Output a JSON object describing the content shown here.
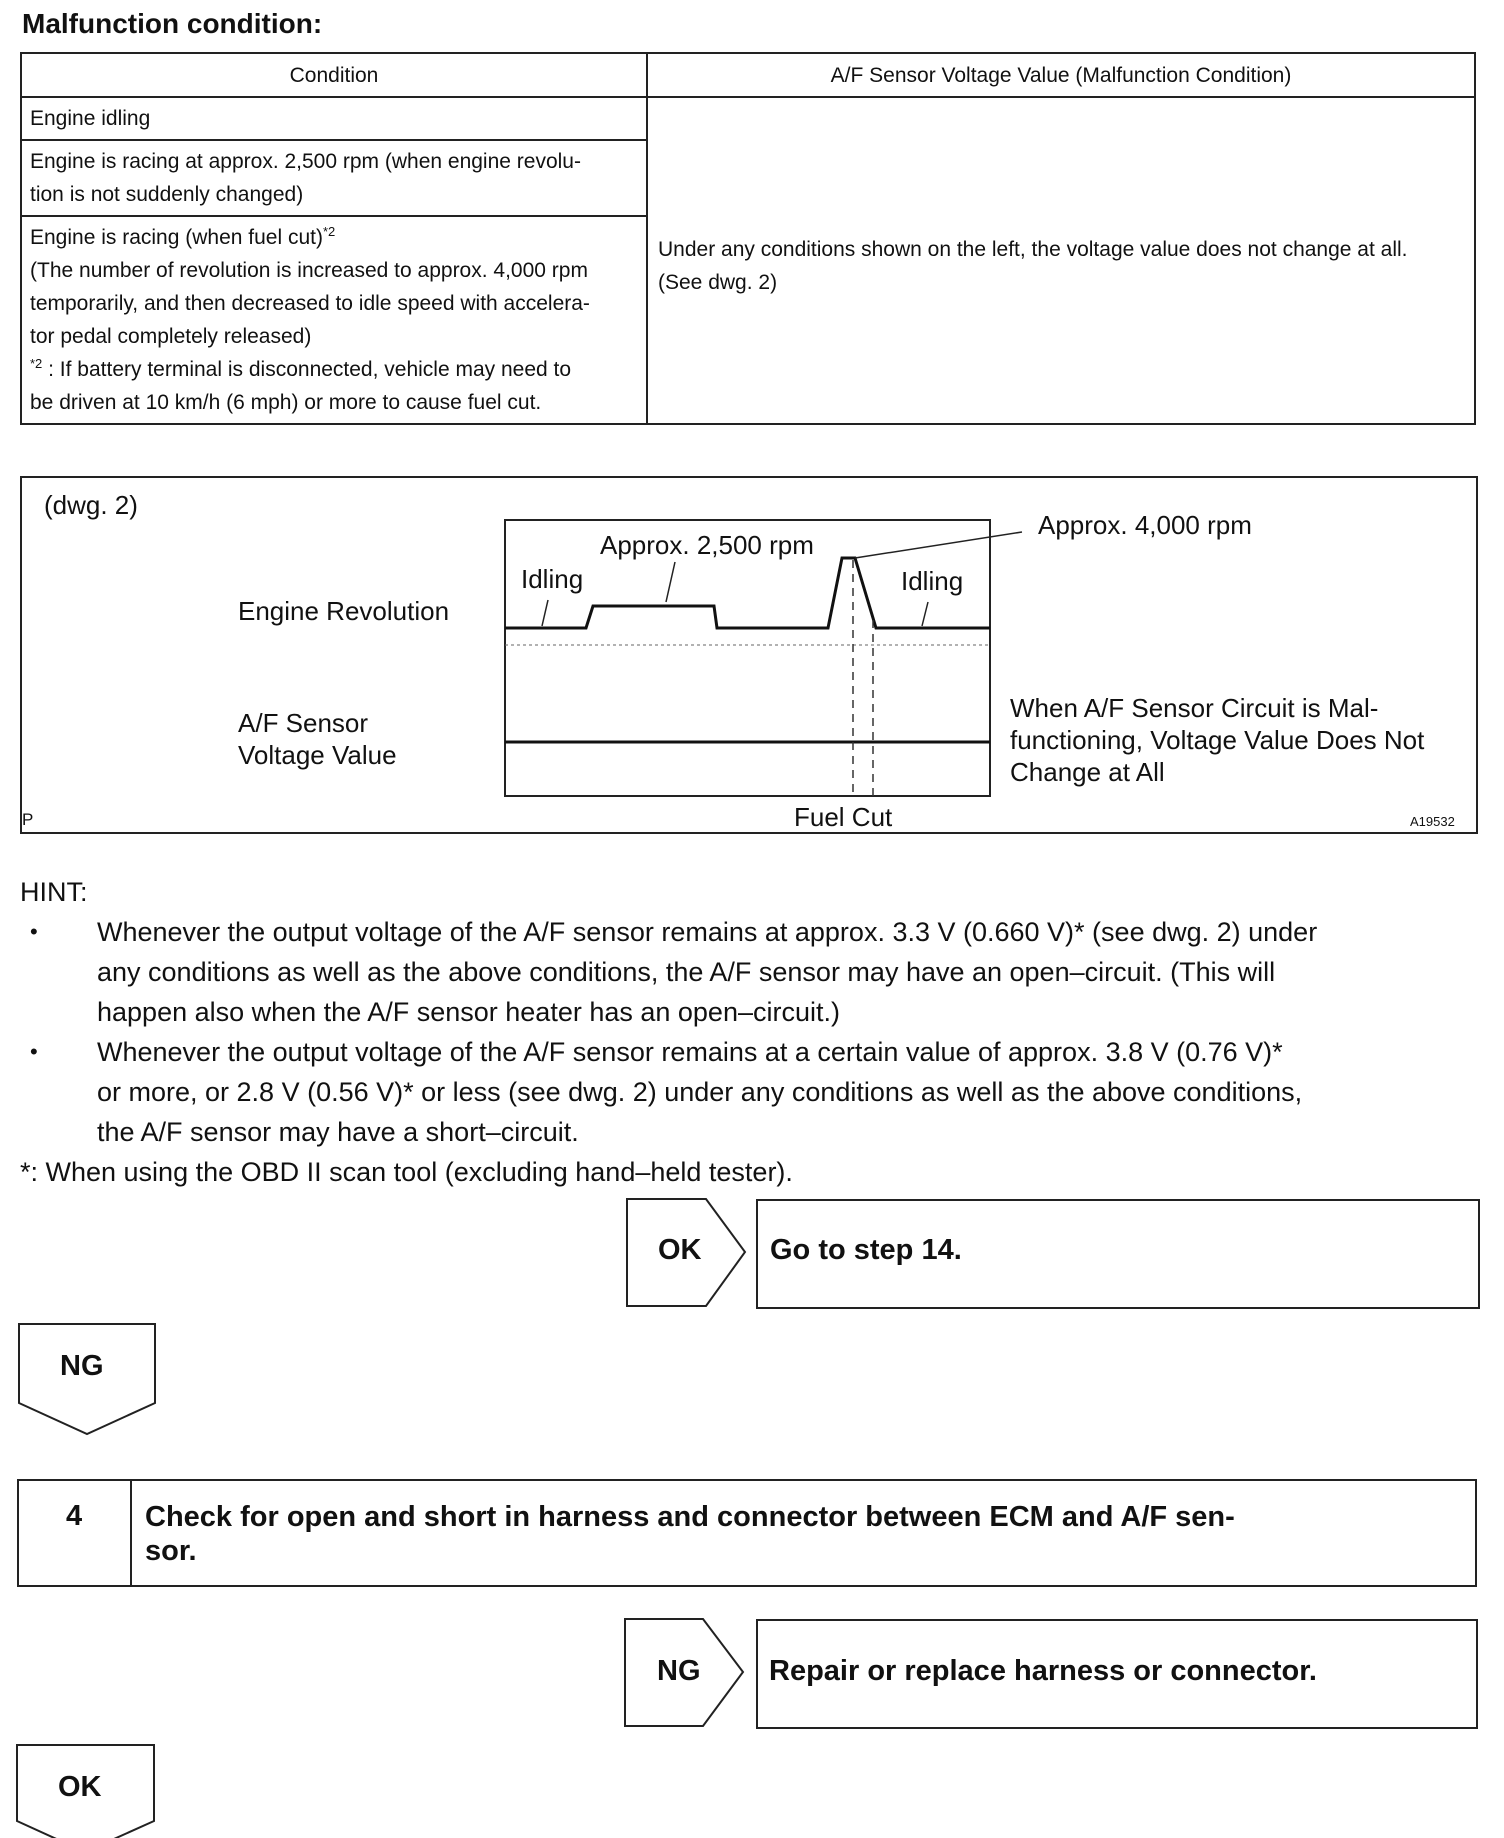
{
  "heading": "Malfunction condition:",
  "table": {
    "headers": [
      "Condition",
      "A/F Sensor Voltage Value (Malfunction Condition)"
    ],
    "rows": [
      {
        "lines": [
          "Engine idling"
        ]
      },
      {
        "lines": [
          "Engine is racing at approx. 2,500 rpm (when engine revolu-",
          "tion is not suddenly changed)"
        ]
      },
      {
        "first": "Engine is racing (when fuel cut)",
        "first_sup": "*2",
        "lines": [
          "(The number of revolution is increased to approx. 4,000 rpm",
          "temporarily, and then decreased to idle speed with accelera-",
          "tor pedal completely released)"
        ],
        "note_sup": "*2",
        "note_line1": " : If battery terminal is disconnected, vehicle may need to",
        "note_line2": "be driven at 10 km/h (6 mph) or more to cause fuel cut."
      }
    ],
    "result_lines": [
      "Under any conditions shown on the left, the voltage value does not change at all.",
      "(See dwg. 2)"
    ]
  },
  "drawing": {
    "label": "(dwg. 2)",
    "engine_revolution": "Engine Revolution",
    "af_sensor_line1": "A/F Sensor",
    "af_sensor_line2": "Voltage Value",
    "approx_2500": "Approx. 2,500 rpm",
    "approx_4000": "Approx. 4,000 rpm",
    "idling_left": "Idling",
    "idling_right": "Idling",
    "fuel_cut": "Fuel Cut",
    "malfunction_note": [
      "When A/F Sensor Circuit is Mal-",
      "functioning, Voltage Value Does Not",
      "Change at All"
    ],
    "corner_p": "P",
    "figure_id": "A19532"
  },
  "hint": {
    "title": "HINT:",
    "bullet_symbol": "•",
    "bullets": [
      [
        "Whenever the output voltage of the A/F sensor remains at approx. 3.3 V (0.660 V)* (see dwg. 2) under",
        "any conditions as well as the above conditions, the A/F sensor may have an open–circuit. (This will",
        "happen also when the A/F sensor heater has an open–circuit.)"
      ],
      [
        "Whenever the output voltage of the A/F sensor remains at a certain value of approx. 3.8 V (0.76 V)*",
        "or more, or 2.8 V (0.56 V)* or less (see dwg. 2) under any conditions as well as the above conditions,",
        "the A/F sensor may have a short–circuit."
      ]
    ],
    "footnote": "*: When using the OBD II scan tool (excluding hand–held tester)."
  },
  "flow": {
    "ok1_label": "OK",
    "ok1_result": "Go to step 14.",
    "ng1_label": "NG",
    "step_number": "4",
    "step_title_line1": "Check for open and short in harness and connector between ECM and A/F sen-",
    "step_title_line2": "sor.",
    "ng2_label": "NG",
    "ng2_result": "Repair or replace harness or connector.",
    "ok2_label": "OK"
  }
}
